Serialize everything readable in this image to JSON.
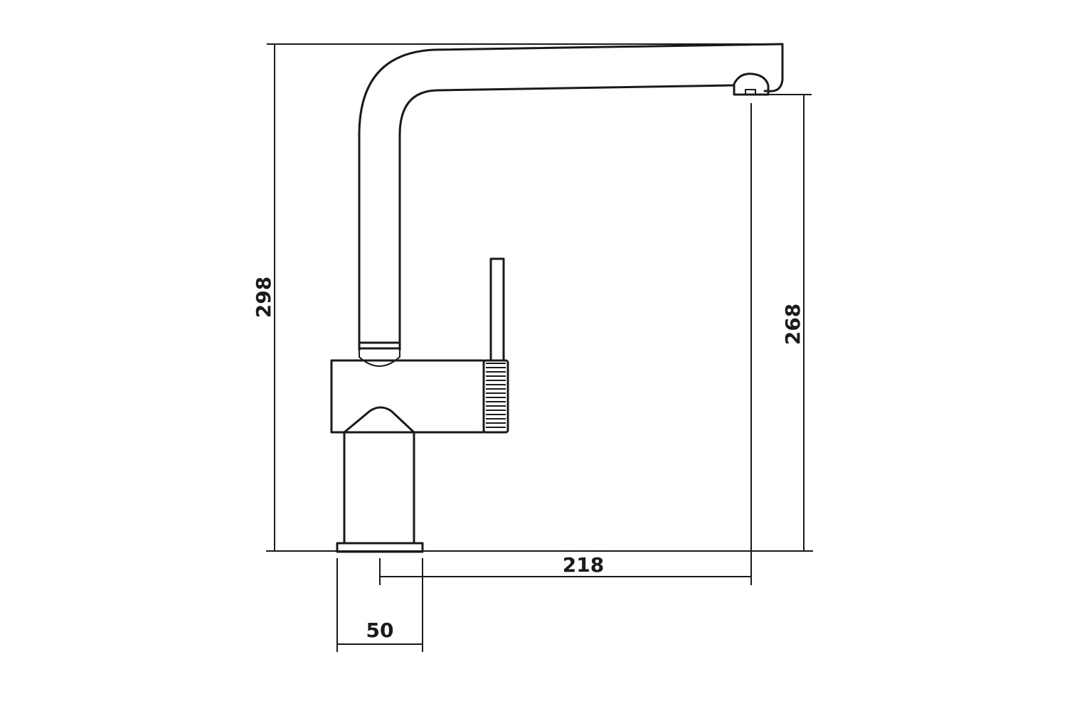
{
  "dimensions": {
    "overall_height": "298",
    "spout_clearance_height": "268",
    "spout_reach": "218",
    "base_diameter": "50"
  },
  "colors": {
    "line": "#1a1a1a",
    "background": "#ffffff"
  }
}
